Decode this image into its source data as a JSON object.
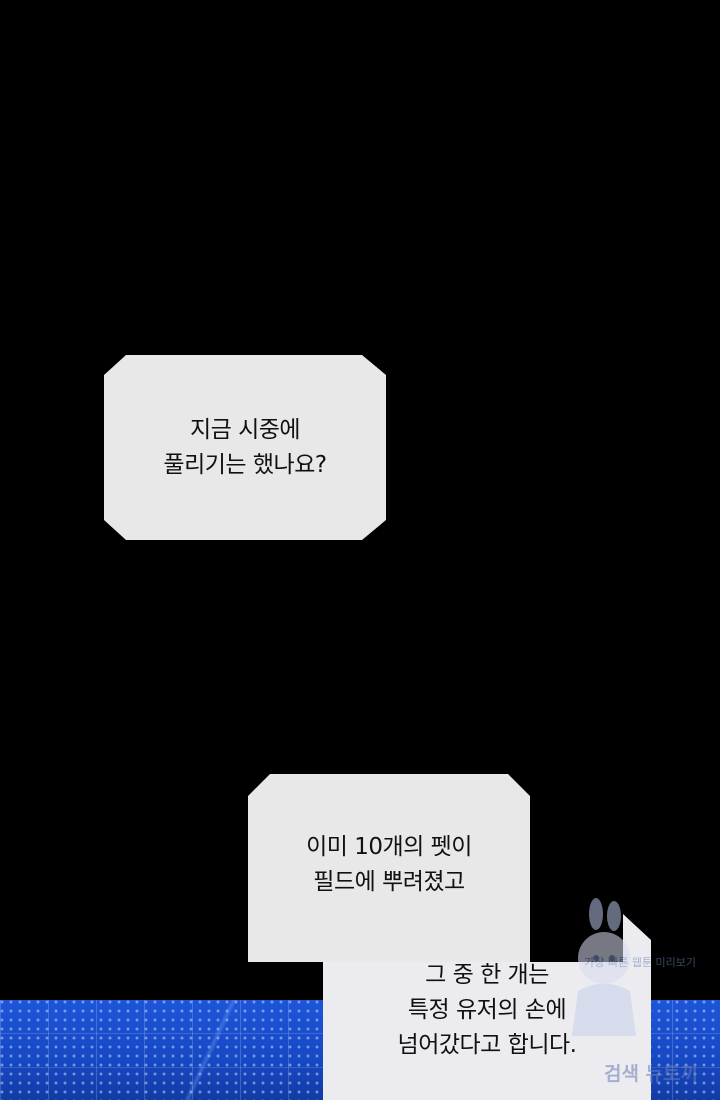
{
  "panels": [
    {
      "lines": [
        "지금 시중에",
        "풀리기는 했나요?"
      ]
    },
    {
      "lines": [
        "이미 10개의 펫이",
        "필드에 뿌려졌고"
      ]
    },
    {
      "lines": [
        "그 중 한 개는",
        "특정 유저의 손에",
        "넘어갔다고 합니다."
      ]
    }
  ],
  "watermark": {
    "tagline": "가장 빠른 웹툰 미리보기",
    "brand": "검색 뉴토끼"
  },
  "colors": {
    "background": "#000000",
    "panel": "#e8e8e8",
    "text": "#111111",
    "blue_band": "#1748c4"
  }
}
